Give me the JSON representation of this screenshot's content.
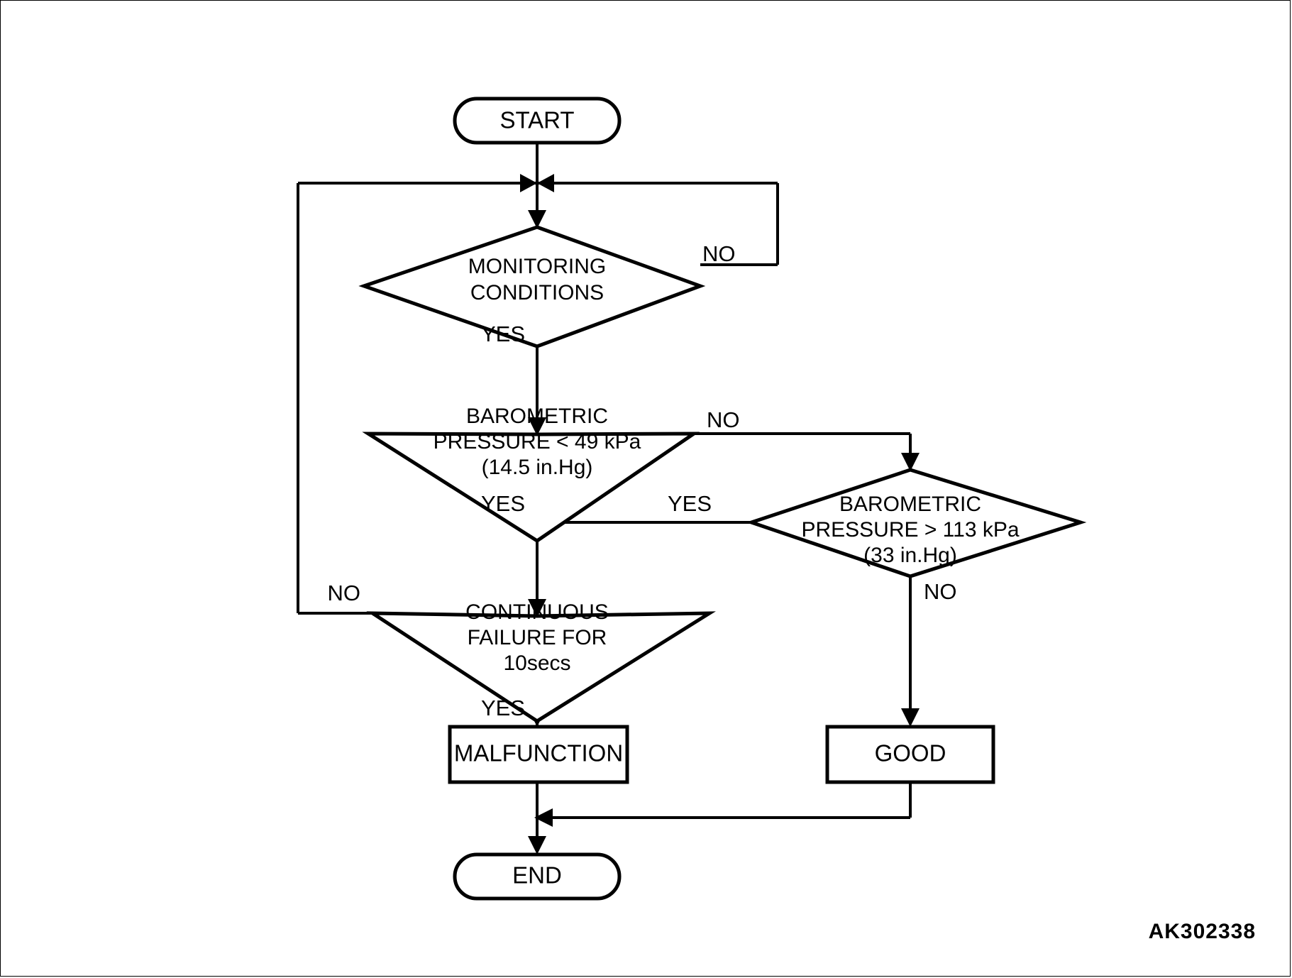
{
  "diagram": {
    "title": "Barometric Pressure Sensor Monitoring Logic",
    "code_label": "AK302338",
    "colors": {
      "stroke": "#000000",
      "background": "#ffffff"
    },
    "nodes": {
      "start": {
        "label": "START",
        "type": "terminator"
      },
      "monitoring": {
        "label_line1": "MONITORING",
        "label_line2": "CONDITIONS",
        "type": "decision"
      },
      "baro_low": {
        "label_line1": "BAROMETRIC",
        "label_line2": "PRESSURE < 49 kPa",
        "label_line3": "(14.5 in.Hg)",
        "type": "decision"
      },
      "baro_high": {
        "label_line1": "BAROMETRIC",
        "label_line2": "PRESSURE > 113 kPa",
        "label_line3": "(33 in.Hg)",
        "type": "decision"
      },
      "continuous": {
        "label_line1": "CONTINUOUS",
        "label_line2": "FAILURE FOR",
        "label_line3": "10secs",
        "type": "decision"
      },
      "malfunction": {
        "label": "MALFUNCTION",
        "type": "process"
      },
      "good": {
        "label": "GOOD",
        "type": "process"
      },
      "end": {
        "label": "END",
        "type": "terminator"
      }
    },
    "branches": {
      "monitoring_no": "NO",
      "monitoring_yes": "YES",
      "baro_low_no": "NO",
      "baro_low_yes": "YES",
      "baro_high_yes": "YES",
      "baro_high_no": "NO",
      "continuous_no": "NO",
      "continuous_yes": "YES"
    }
  }
}
